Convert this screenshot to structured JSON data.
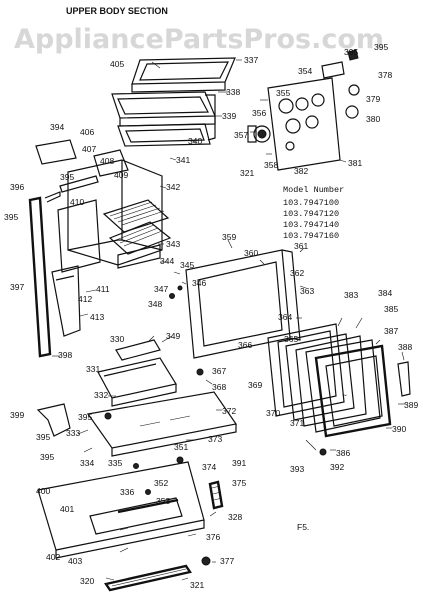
{
  "section_title": "UPPER BODY SECTION",
  "watermark": "AppliancePartsPros.com",
  "model_header": "Model Number",
  "models": [
    "103.7947100",
    "103.7947120",
    "103.7947140",
    "103.7947160"
  ],
  "figure_code": "F5.",
  "callouts": {
    "c337": "337",
    "c338": "338",
    "c339": "339",
    "c340": "340",
    "c341": "341",
    "c342": "342",
    "c343": "343",
    "c344": "344",
    "c345": "345",
    "c346": "346",
    "c347": "347",
    "c348": "348",
    "c349": "349",
    "c330": "330",
    "c331": "331",
    "c332": "332",
    "c333": "333",
    "c334": "334",
    "c335": "335",
    "c336": "336",
    "c351": "351",
    "c352": "352",
    "c353": "353",
    "c354": "354",
    "c355": "355",
    "c356": "356",
    "c357": "357",
    "c358": "358",
    "c359": "359",
    "c360": "360",
    "c361": "361",
    "c362": "362",
    "c363": "363",
    "c364": "364",
    "c365": "365",
    "c366": "366",
    "c367": "367",
    "c368": "368",
    "c369": "369",
    "c370": "370",
    "c371": "371",
    "c372": "372",
    "c373": "373",
    "c374": "374",
    "c375": "375",
    "c376": "376",
    "c377": "377",
    "c378": "378",
    "c379": "379",
    "c380": "380",
    "c381": "381",
    "c382": "382",
    "c383": "383",
    "c384": "384",
    "c385": "385",
    "c386": "386",
    "c387": "387",
    "c388": "388",
    "c389": "389",
    "c390": "390",
    "c391": "391",
    "c392": "392",
    "c393": "393",
    "c394": "394",
    "c395": "395",
    "c396": "396",
    "c397": "397",
    "c398": "398",
    "c399": "399",
    "c400": "400",
    "c401": "401",
    "c402": "402",
    "c403": "403",
    "c405": "405",
    "c406": "406",
    "c407": "407",
    "c408": "408",
    "c409": "409",
    "c410": "410",
    "c411": "411",
    "c412": "412",
    "c413": "413",
    "c320": "320",
    "c321": "321",
    "c328": "328"
  }
}
